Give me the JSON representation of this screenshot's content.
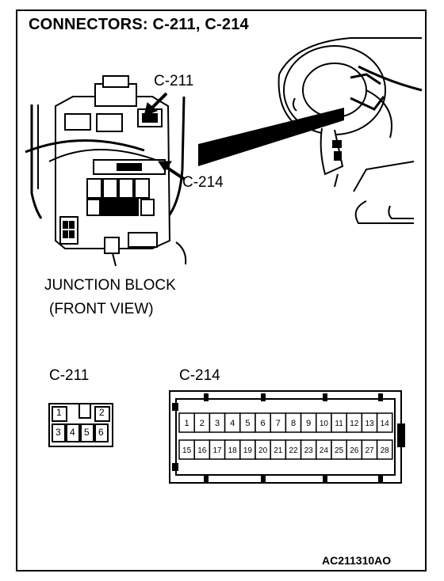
{
  "title": "CONNECTORS: C-211, C-214",
  "callouts": {
    "c211": "C-211",
    "c214": "C-214"
  },
  "junction_block": {
    "line1": "JUNCTION BLOCK",
    "line2": "(FRONT VIEW)"
  },
  "connector_c211": {
    "label": "C-211",
    "top_pins": [
      "1",
      "",
      "",
      "2"
    ],
    "bottom_pins": [
      "3",
      "4",
      "5",
      "6"
    ]
  },
  "connector_c214": {
    "label": "C-214",
    "top_pins": [
      "1",
      "2",
      "3",
      "4",
      "5",
      "6",
      "7",
      "8",
      "9",
      "10",
      "11",
      "12",
      "13",
      "14"
    ],
    "bottom_pins": [
      "15",
      "16",
      "17",
      "18",
      "19",
      "20",
      "21",
      "22",
      "23",
      "24",
      "25",
      "26",
      "27",
      "28"
    ]
  },
  "figure_code": "AC211310AO"
}
